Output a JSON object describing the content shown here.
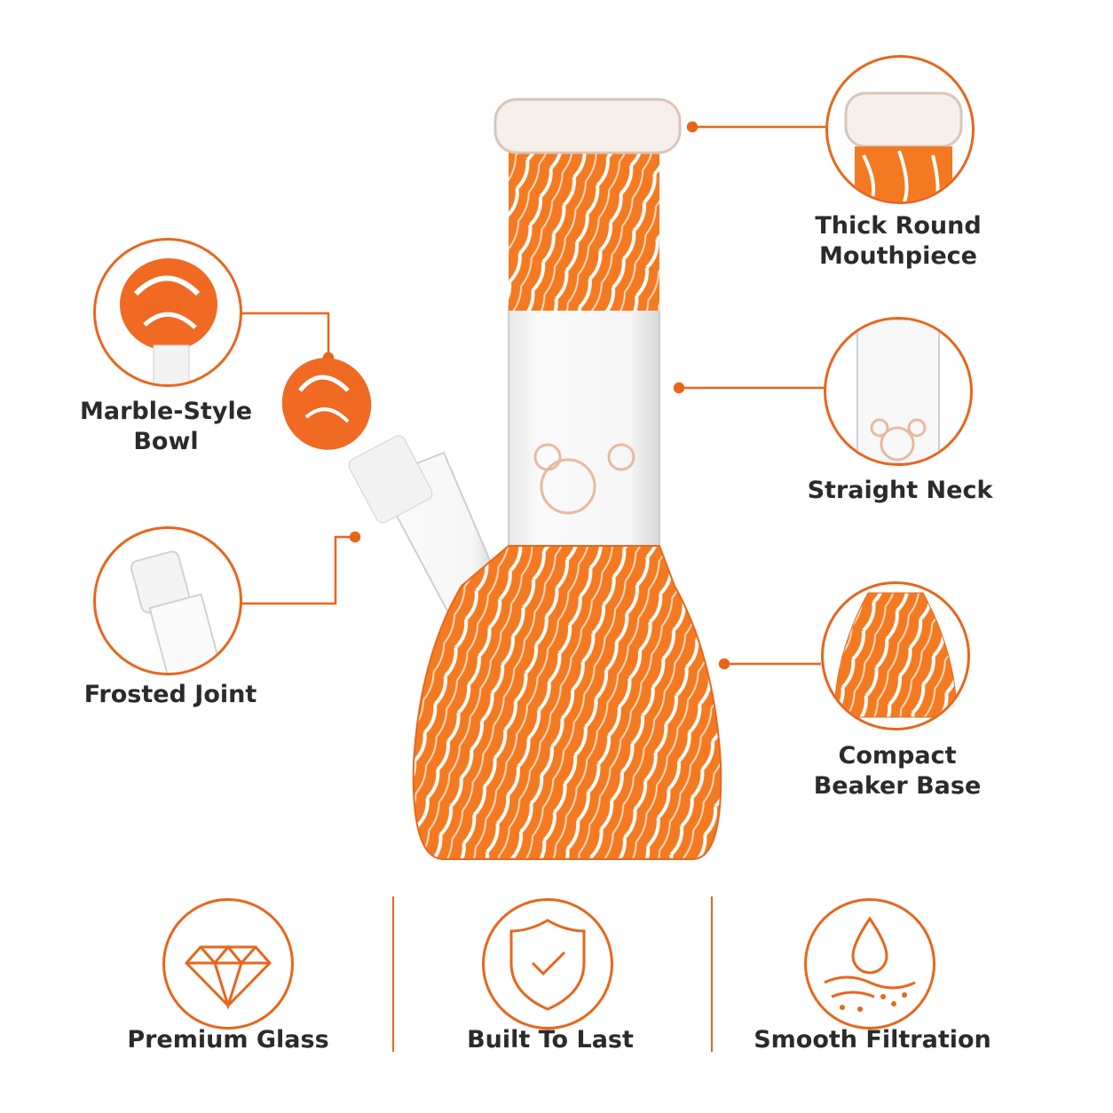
{
  "colors": {
    "accent": "#e8661c",
    "glass_orange": "#f07a28",
    "text": "#2b2b2b"
  },
  "callouts": [
    {
      "id": "mouthpiece",
      "label_line1": "Thick Round",
      "label_line2": "Mouthpiece"
    },
    {
      "id": "neck",
      "label_line1": "Straight Neck",
      "label_line2": ""
    },
    {
      "id": "base",
      "label_line1": "Compact",
      "label_line2": "Beaker Base"
    },
    {
      "id": "bowl",
      "label_line1": "Marble-Style",
      "label_line2": "Bowl"
    },
    {
      "id": "joint",
      "label_line1": "Frosted Joint",
      "label_line2": ""
    }
  ],
  "features": [
    {
      "label": "Premium Glass",
      "icon": "diamond-icon"
    },
    {
      "label": "Built To Last",
      "icon": "shield-check-icon"
    },
    {
      "label": "Smooth Filtration",
      "icon": "water-drop-icon"
    }
  ]
}
